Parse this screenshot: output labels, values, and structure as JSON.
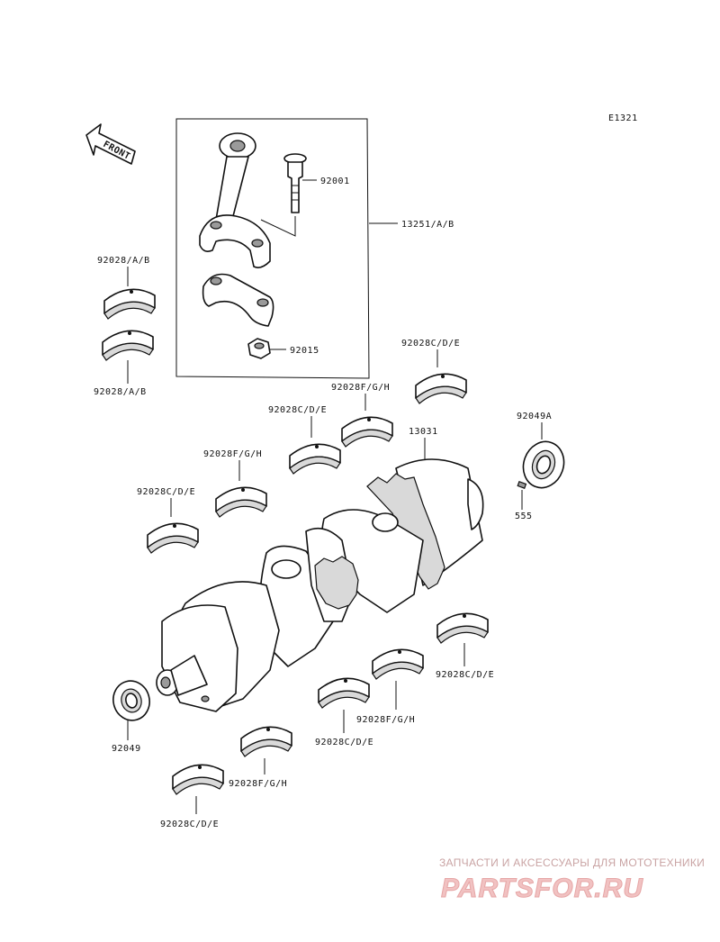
{
  "diagram": {
    "code": "E1321",
    "front_label": "FRONT",
    "labels": {
      "connecting_rod_assy": "13251/A/B",
      "rod_bolt": "92001",
      "rod_nut": "92015",
      "crankshaft": "13031",
      "oil_seal_right": "92049A",
      "pin": "555",
      "oil_seal_left": "92049",
      "rod_bearing_top": "92028/A/B",
      "rod_bearing_bottom": "92028/A/B",
      "main_bearing_1": "92028C/D/E",
      "main_bearing_2": "92028F/G/H",
      "main_bearing_3": "92028C/D/E",
      "main_bearing_4": "92028F/G/H",
      "main_bearing_5": "92028C/D/E",
      "main_bearing_6": "92028C/D/E",
      "main_bearing_7": "92028F/G/H",
      "main_bearing_8": "92028C/D/E",
      "main_bearing_9": "92028F/G/H",
      "main_bearing_10": "92028C/D/E"
    }
  },
  "watermark": {
    "tagline": "ЗАПЧАСТИ И АКСЕССУАРЫ ДЛЯ МОТОТЕХНИКИ",
    "logo": "PARTSFOR.RU"
  }
}
